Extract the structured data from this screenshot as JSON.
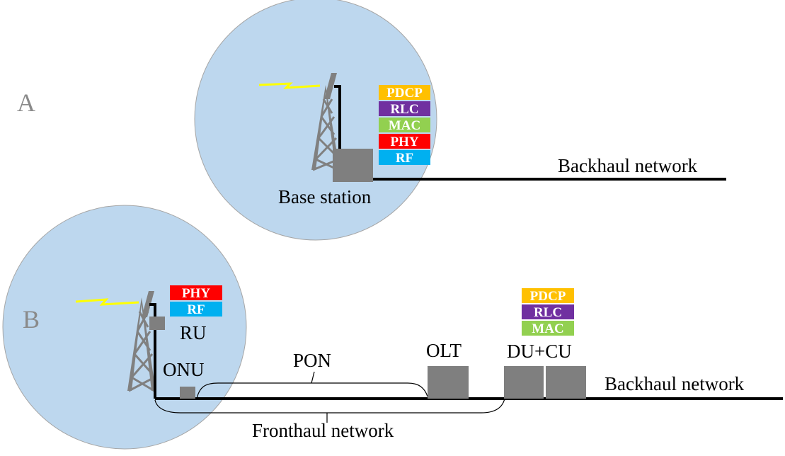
{
  "colors": {
    "cell": "#bdd7ee",
    "cell_stroke": "#a6a6a6",
    "box": "#7f7f7f",
    "tower": "#808080",
    "line": "#000000",
    "bolt": "#ffff00",
    "pdcp": "#ffc000",
    "rlc": "#7030a0",
    "mac": "#92d050",
    "phy": "#ff0000",
    "rf": "#00b0f0"
  },
  "scenario_a": {
    "label": "A",
    "base_station_label": "Base station",
    "backhaul_label": "Backhaul network",
    "layers": [
      "PDCP",
      "RLC",
      "MAC",
      "PHY",
      "RF"
    ]
  },
  "scenario_b": {
    "label": "B",
    "ru_label": "RU",
    "ru_layers": [
      "PHY",
      "RF"
    ],
    "onu_label": "ONU",
    "pon_label": "PON",
    "olt_label": "OLT",
    "ducu_label": "DU+CU",
    "ducu_layers": [
      "PDCP",
      "RLC",
      "MAC"
    ],
    "backhaul_label": "Backhaul network",
    "fronthaul_label": "Fronthaul network"
  }
}
